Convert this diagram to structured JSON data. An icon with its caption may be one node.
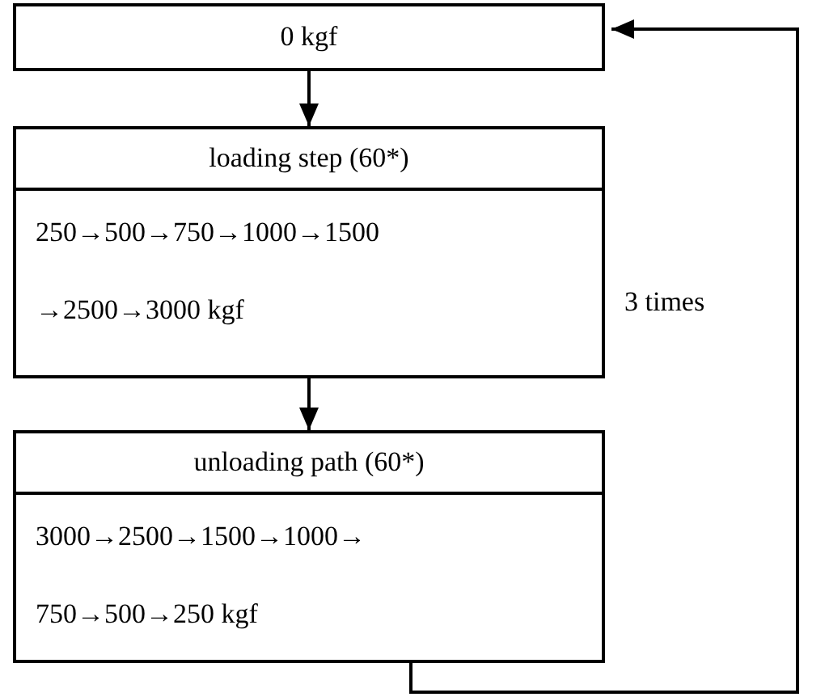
{
  "diagram": {
    "nodes": [
      {
        "text": [
          "0 kgf"
        ]
      },
      {
        "text": [
          "loading step (60*)",
          "250→500→750→1000→1500 →2500→3000 kgf"
        ]
      },
      {
        "text": [
          "unloading path (60*)",
          "3000→2500→1500→1000→ 750→500→250 kgf"
        ]
      }
    ],
    "edges": [
      {
        "from": 0,
        "to": 1,
        "arrow": "to"
      },
      {
        "from": 1,
        "to": 2,
        "arrow": "to"
      },
      {
        "from": 2,
        "to": 0,
        "arrow": "to",
        "label": "3 times"
      }
    ]
  }
}
